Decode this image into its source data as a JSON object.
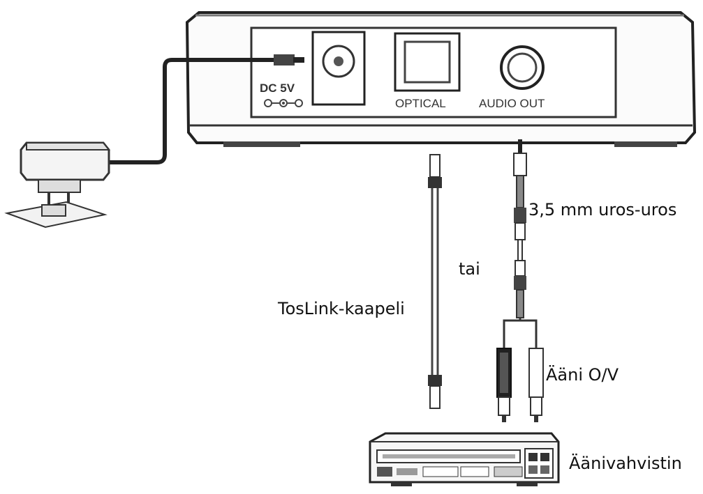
{
  "device": {
    "ports": {
      "dc_label": "DC 5V",
      "optical_label": "OPTICAL",
      "audio_out_label": "AUDIO OUT"
    }
  },
  "labels": {
    "cable_35mm": "3,5 mm uros-uros",
    "or": "tai",
    "toslink": "TosLink-kaapeli",
    "audio_lr": "Ääni O/V",
    "amplifier": "Äänivahvistin"
  }
}
